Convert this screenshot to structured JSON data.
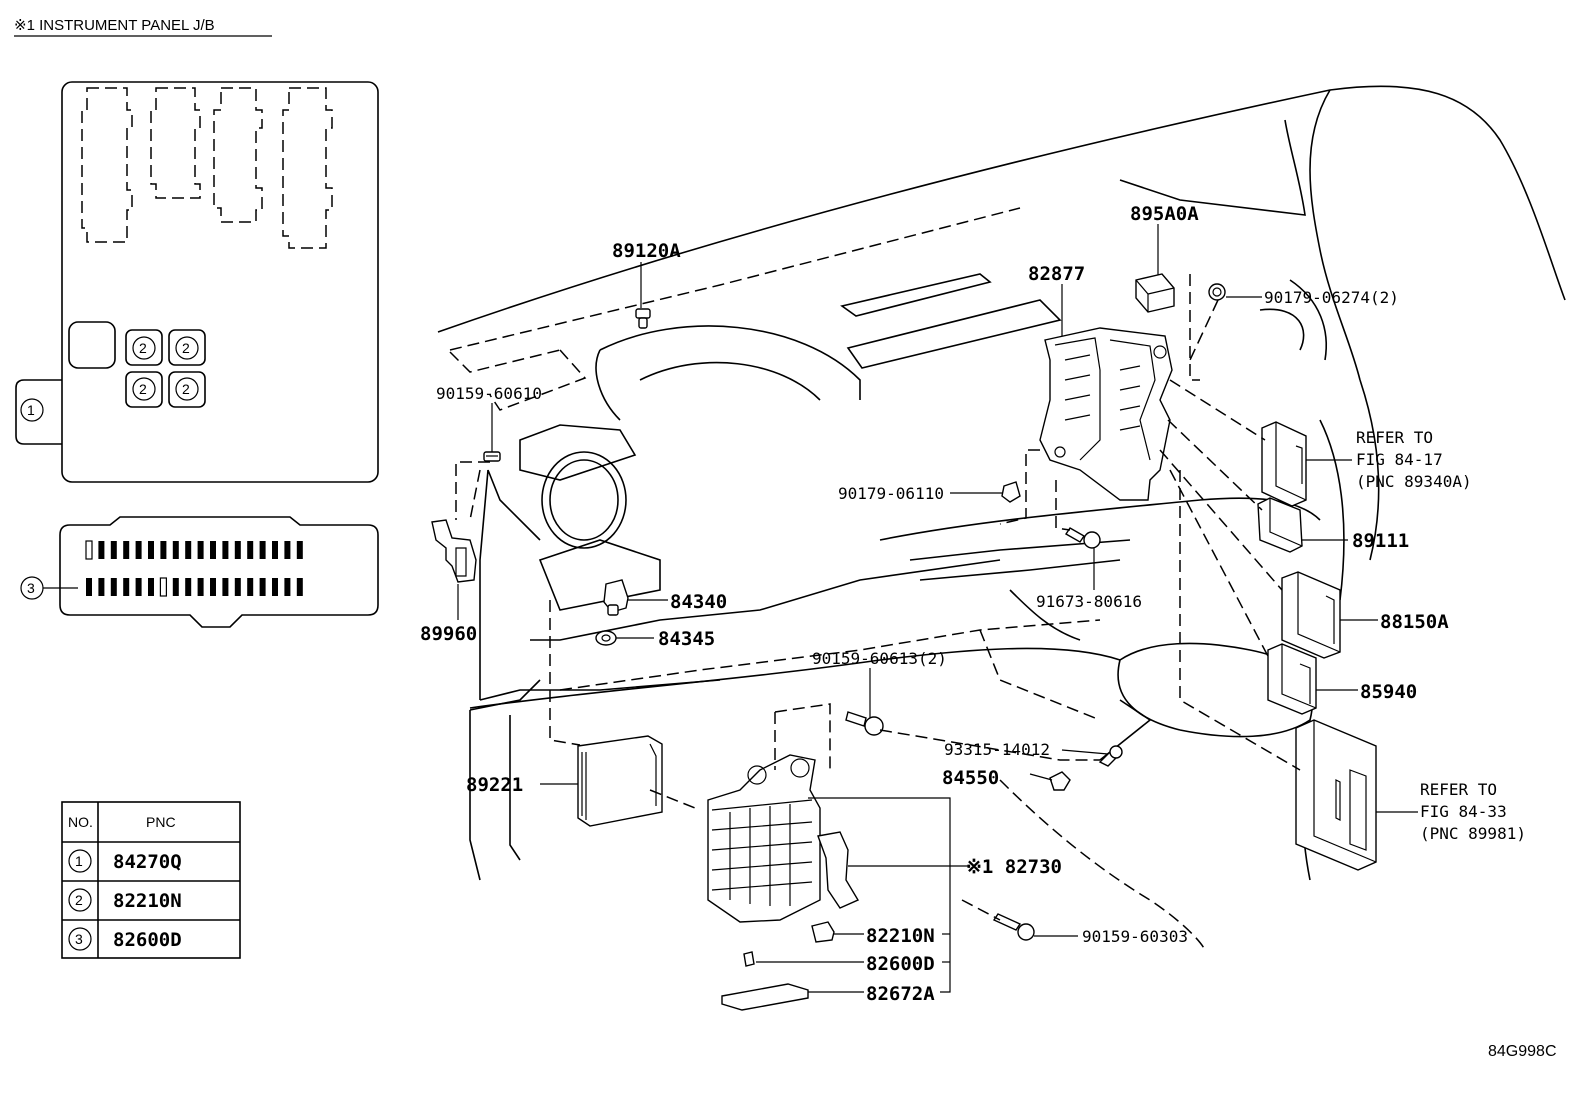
{
  "header": {
    "title": "※1 INSTRUMENT PANEL J/B"
  },
  "jb_markers": {
    "m1": "1",
    "m2": "2",
    "m3": "3"
  },
  "legend": {
    "col_no": "NO.",
    "col_pnc": "PNC",
    "rows": [
      {
        "no": "1",
        "pnc": "84270Q"
      },
      {
        "no": "2",
        "pnc": "82210N"
      },
      {
        "no": "3",
        "pnc": "82600D"
      }
    ]
  },
  "parts": {
    "p89120A": "89120A",
    "p895A0A": "895A0A",
    "p82877": "82877",
    "p90179_06274": "90179-06274(2)",
    "p90159_60610": "90159-60610",
    "p90179_06110": "90179-06110",
    "p89111": "89111",
    "p91673_80616": "91673-80616",
    "p88150A": "88150A",
    "p89960": "89960",
    "p84340": "84340",
    "p84345": "84345",
    "p90159_60613": "90159-60613(2)",
    "p85940": "85940",
    "p93315_14012": "93315-14012",
    "p84550": "84550",
    "p89221": "89221",
    "p82730": "※1 82730",
    "p82210N": "82210N",
    "p82600D": "82600D",
    "p82672A": "82672A",
    "p90159_60303": "90159-60303"
  },
  "refers": {
    "r1": {
      "l1": "REFER TO",
      "l2": "FIG 84-17",
      "l3": "(PNC 89340A)"
    },
    "r2": {
      "l1": "REFER TO",
      "l2": "FIG 84-33",
      "l3": "(PNC 89981)"
    }
  },
  "figure_id": "84G998C"
}
